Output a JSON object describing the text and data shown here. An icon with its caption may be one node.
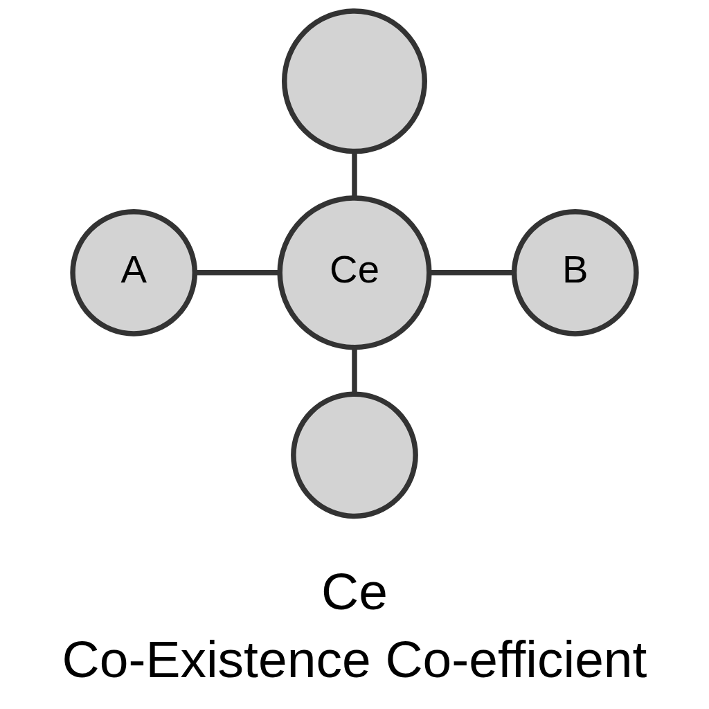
{
  "diagram": {
    "caption": "Co-Existence Co-efficient",
    "nodes": [
      {
        "text": [],
        "shape": "circle"
      },
      {
        "text": [
          "A"
        ]
      },
      {
        "text": [
          "Ce"
        ]
      },
      {
        "text": [
          "B"
        ]
      },
      {
        "text": [],
        "shape": "circle"
      }
    ],
    "edges": [
      {
        "from": 0,
        "to": 2,
        "arrow": "none"
      },
      {
        "from": 1,
        "to": 2,
        "arrow": "none"
      },
      {
        "from": 2,
        "to": 3,
        "arrow": "none"
      },
      {
        "from": 2,
        "to": 4,
        "arrow": "none"
      }
    ],
    "labels": [
      "Ce"
    ]
  }
}
